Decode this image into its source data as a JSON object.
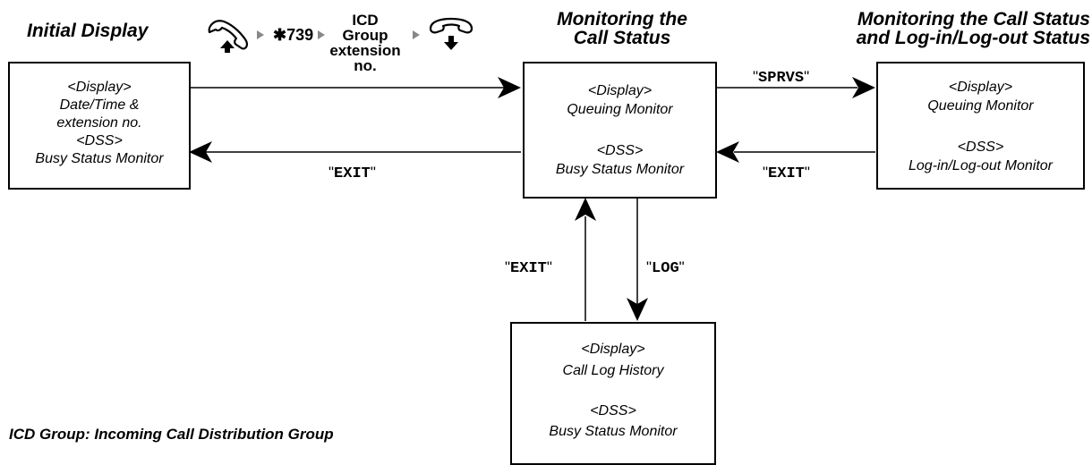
{
  "headings": {
    "initial_display": "Initial Display",
    "monitoring_call_status": [
      "Monitoring the",
      "Call Status"
    ],
    "monitoring_call_and_log": [
      "Monitoring the Call Status",
      "and Log-in/Log-out Status"
    ]
  },
  "sequence": {
    "code": "✱739",
    "group_label": [
      "ICD Group",
      "extension",
      "no."
    ],
    "offhook_icon": "handset-offhook-icon",
    "onhook_icon": "handset-onhook-icon"
  },
  "boxes": {
    "initial": {
      "display_label": "<Display>",
      "display_value": [
        "Date/Time &",
        "extension no."
      ],
      "dss_label": "<DSS>",
      "dss_value": "Busy Status Monitor"
    },
    "monitor": {
      "display_label": "<Display>",
      "display_value": "Queuing Monitor",
      "dss_label": "<DSS>",
      "dss_value": "Busy Status Monitor"
    },
    "loginout": {
      "display_label": "<Display>",
      "display_value": "Queuing Monitor",
      "dss_label": "<DSS>",
      "dss_value": "Log-in/Log-out Monitor"
    },
    "calllog": {
      "display_label": "<Display>",
      "display_value": "Call Log History",
      "dss_label": "<DSS>",
      "dss_value": "Busy Status Monitor"
    }
  },
  "commands": {
    "sprvs": "SPRVS",
    "exit_left": "EXIT",
    "exit_right": "EXIT",
    "exit_up": "EXIT",
    "log": "LOG"
  },
  "footnote": "ICD Group: Incoming Call Distribution Group"
}
